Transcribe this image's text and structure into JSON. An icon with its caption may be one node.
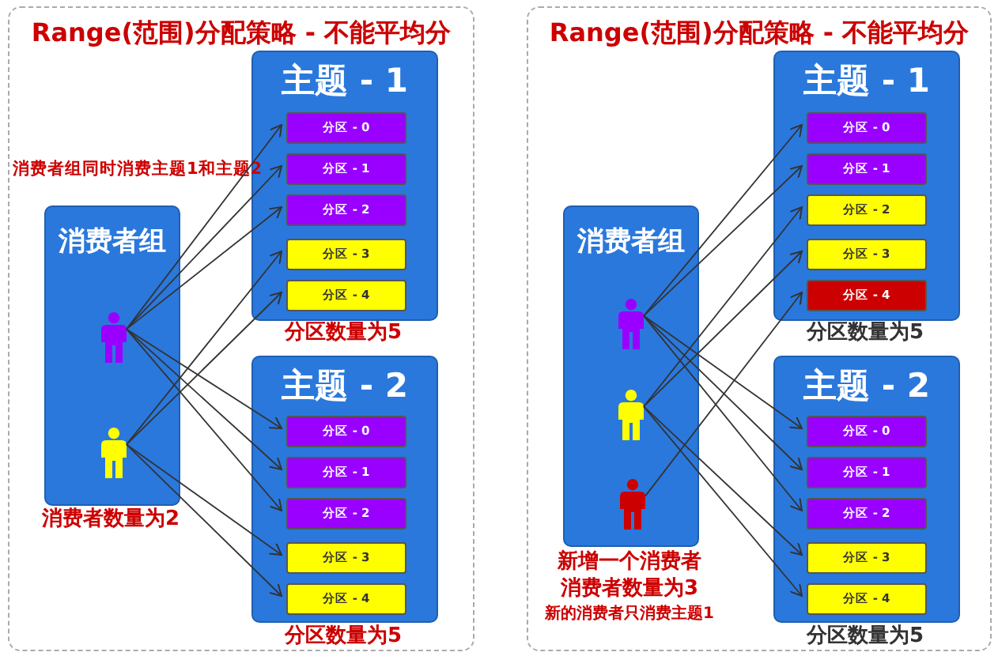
{
  "diagram": {
    "nodes": [
      {
        "text": [
          "Range(范围)分配策略 - 不能平均分"
        ]
      },
      {
        "text": [
          "消费者组"
        ],
        "in": 0,
        "beside": [
          "消费者数量为2"
        ]
      },
      {
        "text": [],
        "shape": "person",
        "in": 1
      },
      {
        "text": [],
        "shape": "person",
        "in": 1
      },
      {
        "text": [
          "主题 - 1"
        ],
        "in": 0,
        "beside": [
          "分区数量为5"
        ]
      },
      {
        "text": [
          "分区 - 0"
        ],
        "in": 4
      },
      {
        "text": [
          "分区 - 1"
        ],
        "in": 4
      },
      {
        "text": [
          "分区 - 2"
        ],
        "in": 4
      },
      {
        "text": [
          "分区 - 3"
        ],
        "in": 4
      },
      {
        "text": [
          "分区 - 4"
        ],
        "in": 4
      },
      {
        "text": [
          "主题 - 2"
        ],
        "in": 0,
        "beside": [
          "分区数量为5"
        ]
      },
      {
        "text": [
          "分区 - 0"
        ],
        "in": 10
      },
      {
        "text": [
          "分区 - 1"
        ],
        "in": 10
      },
      {
        "text": [
          "分区 - 2"
        ],
        "in": 10
      },
      {
        "text": [
          "分区 - 3"
        ],
        "in": 10
      },
      {
        "text": [
          "分区 - 4"
        ],
        "in": 10
      },
      {
        "text": [
          "Range(范围)分配策略 - 不能平均分"
        ]
      },
      {
        "text": [
          "消费者组"
        ],
        "in": 16,
        "beside": [
          "新增一个消费者",
          "消费者数量为3",
          "新的消费者只消费主题1"
        ]
      },
      {
        "text": [],
        "shape": "person",
        "in": 17
      },
      {
        "text": [],
        "shape": "person",
        "in": 17
      },
      {
        "text": [],
        "shape": "person",
        "in": 17
      },
      {
        "text": [
          "主题 - 1"
        ],
        "in": 16,
        "beside": [
          "分区数量为5"
        ]
      },
      {
        "text": [
          "分区 - 0"
        ],
        "in": 21
      },
      {
        "text": [
          "分区 - 1"
        ],
        "in": 21
      },
      {
        "text": [
          "分区 - 2"
        ],
        "in": 21
      },
      {
        "text": [
          "分区 - 3"
        ],
        "in": 21
      },
      {
        "text": [
          "分区 - 4"
        ],
        "in": 21
      },
      {
        "text": [
          "主题 - 2"
        ],
        "in": 16,
        "beside": [
          "分区数量为5"
        ]
      },
      {
        "text": [
          "分区 - 0"
        ],
        "in": 27
      },
      {
        "text": [
          "分区 - 1"
        ],
        "in": 27
      },
      {
        "text": [
          "分区 - 2"
        ],
        "in": 27
      },
      {
        "text": [
          "分区 - 3"
        ],
        "in": 27
      },
      {
        "text": [
          "分区 - 4"
        ],
        "in": 27
      }
    ],
    "edges": [
      {
        "from": 2,
        "to": 5,
        "arrow": "to"
      },
      {
        "from": 2,
        "to": 6,
        "arrow": "to"
      },
      {
        "from": 2,
        "to": 7,
        "arrow": "to"
      },
      {
        "from": 2,
        "to": 11,
        "arrow": "to"
      },
      {
        "from": 2,
        "to": 12,
        "arrow": "to"
      },
      {
        "from": 2,
        "to": 13,
        "arrow": "to"
      },
      {
        "from": 3,
        "to": 8,
        "arrow": "to"
      },
      {
        "from": 3,
        "to": 9,
        "arrow": "to"
      },
      {
        "from": 3,
        "to": 14,
        "arrow": "to"
      },
      {
        "from": 3,
        "to": 15,
        "arrow": "to"
      },
      {
        "from": 18,
        "to": 22,
        "arrow": "to"
      },
      {
        "from": 18,
        "to": 23,
        "arrow": "to"
      },
      {
        "from": 18,
        "to": 28,
        "arrow": "to"
      },
      {
        "from": 18,
        "to": 29,
        "arrow": "to"
      },
      {
        "from": 18,
        "to": 30,
        "arrow": "to"
      },
      {
        "from": 19,
        "to": 24,
        "arrow": "to"
      },
      {
        "from": 19,
        "to": 25,
        "arrow": "to"
      },
      {
        "from": 19,
        "to": 31,
        "arrow": "to"
      },
      {
        "from": 19,
        "to": 32,
        "arrow": "to"
      },
      {
        "from": 20,
        "to": 26,
        "arrow": "to"
      }
    ],
    "labels": [
      "消费者组同时消费主题1和主题2"
    ]
  }
}
